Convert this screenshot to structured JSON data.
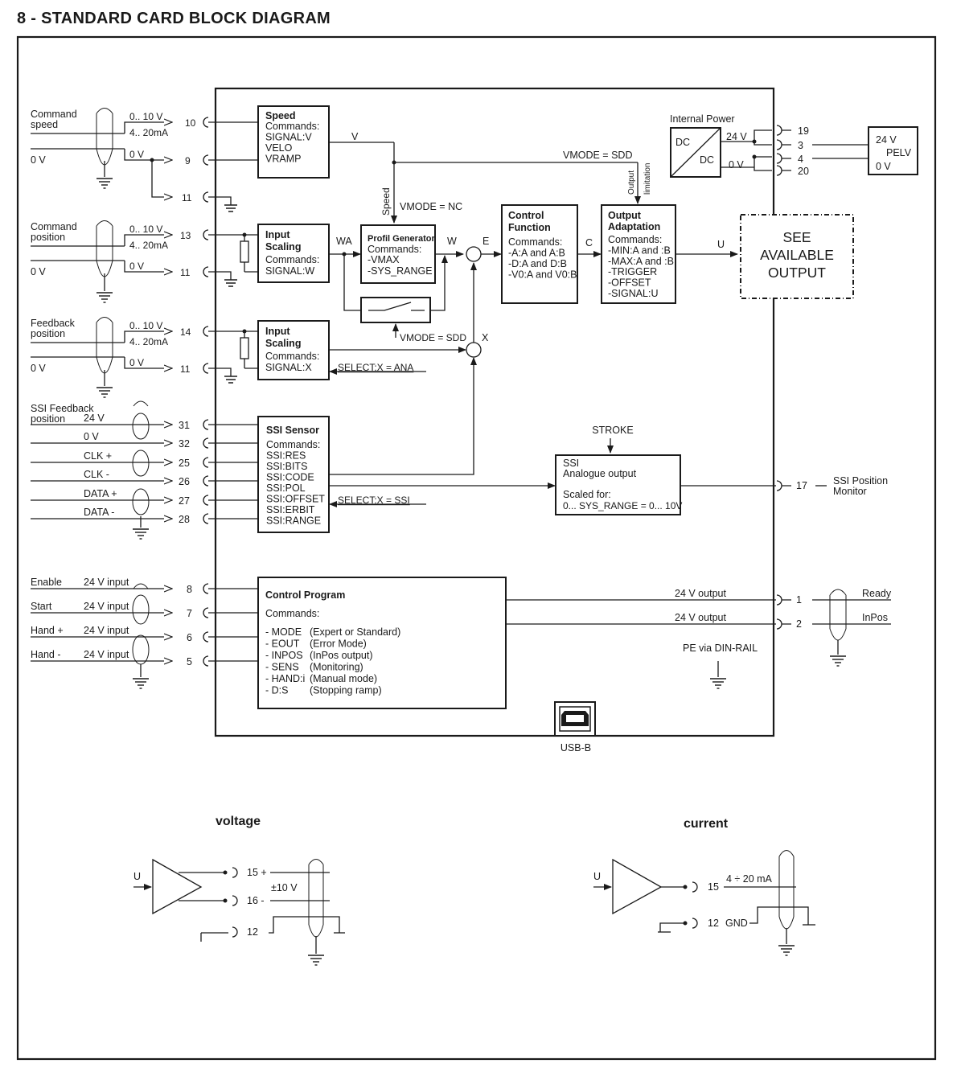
{
  "title": "8 - STANDARD CARD BLOCK DIAGRAM",
  "inputs": {
    "command_speed": {
      "label1": "Command",
      "label2": "speed",
      "range_v": "0.. 10 V",
      "range_i": "4.. 20mA",
      "gnd": "0 V",
      "gnd2": "0 V",
      "pin_sig": "10",
      "pin_gnd": "9",
      "pin_shield": "11"
    },
    "command_position": {
      "label1": "Command",
      "label2": "position",
      "range_v": "0.. 10 V",
      "range_i": "4.. 20mA",
      "gnd": "0 V",
      "gnd2": "0 V",
      "pin_sig": "13",
      "pin_gnd": "11"
    },
    "feedback_position": {
      "label1": "Feedback",
      "label2": "position",
      "range_v": "0.. 10 V",
      "range_i": "4.. 20mA",
      "gnd": "0 V",
      "gnd2": "0 V",
      "pin_sig": "14",
      "pin_gnd": "11"
    },
    "ssi_feedback": {
      "label1": "SSI Feedback",
      "label2": "position",
      "lines": [
        {
          "name": "24 V",
          "pin": "31"
        },
        {
          "name": "0 V",
          "pin": "32"
        },
        {
          "name": "CLK +",
          "pin": "25"
        },
        {
          "name": "CLK -",
          "pin": "26"
        },
        {
          "name": "DATA +",
          "pin": "27"
        },
        {
          "name": "DATA -",
          "pin": "28"
        }
      ]
    },
    "digital": [
      {
        "name": "Enable",
        "type": "24 V input",
        "pin": "8"
      },
      {
        "name": "Start",
        "type": "24 V input",
        "pin": "7"
      },
      {
        "name": "Hand +",
        "type": "24 V input",
        "pin": "6"
      },
      {
        "name": "Hand -",
        "type": "24 V input",
        "pin": "5"
      }
    ]
  },
  "blocks": {
    "speed": {
      "title": "Speed",
      "lines": [
        "Commands:",
        "SIGNAL:V",
        "VELO",
        "VRAMP"
      ]
    },
    "input_scaling_w": {
      "title1": "Input",
      "title2": "Scaling",
      "lines": [
        "Commands:",
        "SIGNAL:W"
      ]
    },
    "input_scaling_x": {
      "title1": "Input",
      "title2": "Scaling",
      "lines": [
        "Commands:",
        "SIGNAL:X"
      ]
    },
    "profil_generator": {
      "title": "Profil Generator",
      "lines": [
        "Commands:",
        "-VMAX",
        "-SYS_RANGE"
      ]
    },
    "control_function": {
      "title1": "Control",
      "title2": "Function",
      "lines": [
        "Commands:",
        "-A:A and A:B",
        "-D:A and D:B",
        "-V0:A and V0:B"
      ]
    },
    "output_adaptation": {
      "title1": "Output",
      "title2": "Adaptation",
      "lines": [
        "Commands:",
        "-MIN:A and :B",
        "-MAX:A and :B",
        "-TRIGGER",
        "-OFFSET",
        "-SIGNAL:U"
      ]
    },
    "see_output": {
      "lines": [
        "SEE",
        "AVAILABLE",
        "OUTPUT"
      ]
    },
    "ssi_sensor": {
      "title": "SSI Sensor",
      "lines": [
        "Commands:",
        "SSI:RES",
        "SSI:BITS",
        "SSI:CODE",
        "SSI:POL",
        "SSI:OFFSET",
        "SSI:ERBIT",
        "SSI:RANGE"
      ]
    },
    "ssi_analogue": {
      "lines": [
        "SSI",
        "Analogue output",
        "Scaled for:",
        "0... SYS_RANGE = 0... 10V"
      ]
    },
    "control_program": {
      "title": "Control Program",
      "commands": "Commands:",
      "items": [
        {
          "cmd": "- MODE",
          "desc": "(Expert or Standard)"
        },
        {
          "cmd": "- EOUT",
          "desc": "(Error Mode)"
        },
        {
          "cmd": "- INPOS",
          "desc": "(InPos output)"
        },
        {
          "cmd": "- SENS",
          "desc": "(Monitoring)"
        },
        {
          "cmd": "- HAND:i",
          "desc": "(Manual mode)"
        },
        {
          "cmd": "- D:S",
          "desc": "(Stopping ramp)"
        }
      ]
    }
  },
  "signals": {
    "v": "V",
    "vmode_sdd": "VMODE = SDD",
    "vmode_nc": "VMODE = NC",
    "speed": "Speed",
    "wa": "WA",
    "w": "W",
    "e": "E",
    "c": "C",
    "u": "U",
    "x": "X",
    "vmode_sdd2": "VMODE = SDD",
    "select_ana": "SELECT:X = ANA",
    "select_ssi": "SELECT:X = SSI",
    "output_lim1": "Output",
    "output_lim2": "limitation",
    "stroke": "STROKE"
  },
  "power": {
    "title": "Internal Power",
    "dc_in": "DC",
    "dc_out": "DC",
    "v24": "24 V",
    "v0": "0 V",
    "pins": [
      "19",
      "3",
      "4",
      "20"
    ],
    "supply_v": "24 V",
    "supply_pelv": "PELV",
    "supply_0v": "0 V"
  },
  "outputs": {
    "ssi_monitor": {
      "pin": "17",
      "label1": "SSI Position",
      "label2": "Monitor"
    },
    "ready": {
      "type": "24 V output",
      "pin": "1",
      "name": "Ready"
    },
    "inpos": {
      "type": "24 V output",
      "pin": "2",
      "name": "InPos"
    },
    "pe": "PE via DIN-RAIL",
    "usb": "USB-B"
  },
  "voltage_variant": {
    "title": "voltage",
    "u": "U",
    "pin_p": "15 +",
    "pin_m": "16 -",
    "pin_gnd": "12",
    "range": "±10 V"
  },
  "current_variant": {
    "title": "current",
    "u": "U",
    "pin": "15",
    "range": "4 ÷ 20 mA",
    "pin_gnd": "12",
    "gnd": "GND"
  }
}
